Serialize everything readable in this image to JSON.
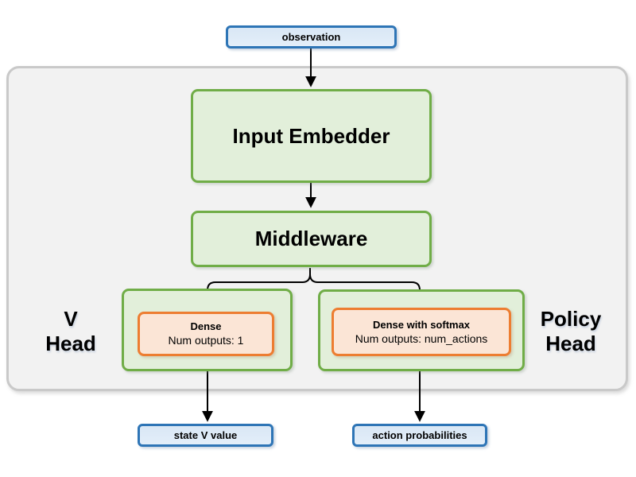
{
  "nodes": {
    "observation": "observation",
    "input_embedder": "Input Embedder",
    "middleware": "Middleware",
    "v_head_label": {
      "line1": "V",
      "line2": "Head"
    },
    "v_dense": {
      "title": "Dense",
      "subtitle": "Num outputs: 1"
    },
    "policy_head_label": {
      "line1": "Policy",
      "line2": "Head"
    },
    "policy_dense": {
      "title": "Dense with softmax",
      "subtitle": "Num outputs: num_actions"
    },
    "state_v_value": "state V value",
    "action_probabilities": "action probabilities"
  },
  "colors": {
    "io_border": "#2e75b6",
    "io_fill": "#dbe8f6",
    "block_border": "#70ad47",
    "block_fill": "#e2efda",
    "dense_border": "#ed7d31",
    "dense_fill": "#fbe5d6",
    "container_fill": "#f2f2f2",
    "container_border": "#c9c9c9",
    "arrow": "#000000",
    "text": "#000000"
  }
}
